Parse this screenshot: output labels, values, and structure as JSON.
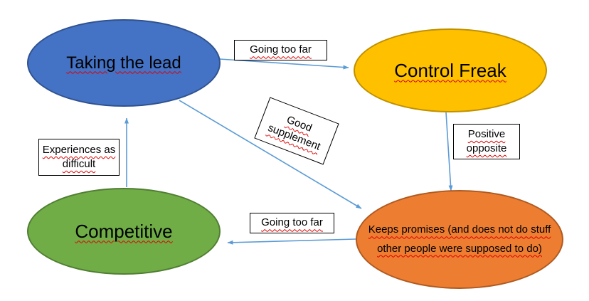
{
  "diagram": {
    "nodes": [
      {
        "id": "taking-the-lead",
        "label": "Taking the lead",
        "fill": "#4472C4",
        "border": "#2F528F"
      },
      {
        "id": "control-freak",
        "label": "Control Freak",
        "fill": "#FFC000",
        "border": "#BF9000"
      },
      {
        "id": "competitive",
        "label": "Competitive",
        "fill": "#70AD47",
        "border": "#507E32"
      },
      {
        "id": "keeps-promises",
        "label": "Keeps promises (and does not do stuff other people were supposed to do)",
        "fill": "#ED7D31",
        "border": "#AE5A21"
      }
    ],
    "edge_labels": [
      {
        "id": "going-too-far-top",
        "label": "Going too far"
      },
      {
        "id": "good-supplement",
        "label": "Good supplement"
      },
      {
        "id": "positive-opposite",
        "label": "Positive opposite"
      },
      {
        "id": "experiences-as-difficult",
        "label": "Experiences as difficult"
      },
      {
        "id": "going-too-far-bottom",
        "label": "Going too far"
      }
    ],
    "arrow_color": "#5B9BD5",
    "spellcheck_color": "#E00000"
  }
}
